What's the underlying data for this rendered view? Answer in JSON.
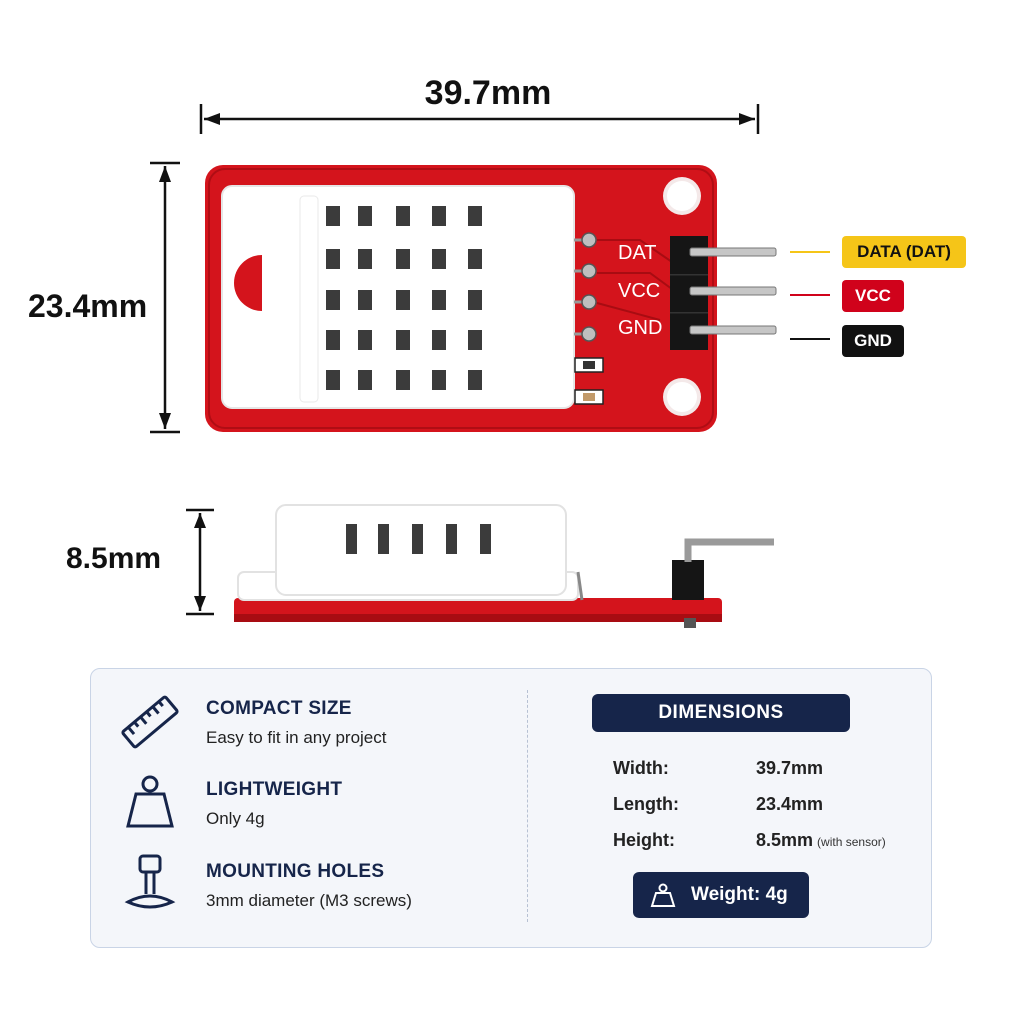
{
  "dimensions": {
    "width_label": "39.7mm",
    "length_label": "23.4mm",
    "height_label": "8.5mm"
  },
  "board": {
    "pin_prints": [
      "DAT",
      "VCC",
      "GND"
    ]
  },
  "pin_tags": [
    {
      "label": "DATA (DAT)",
      "bg": "#f5c518",
      "fg": "#111111",
      "line": "#f5c518"
    },
    {
      "label": "VCC",
      "bg": "#d0021b",
      "fg": "#ffffff",
      "line": "#d0021b"
    },
    {
      "label": "GND",
      "bg": "#111111",
      "fg": "#ffffff",
      "line": "#111111"
    }
  ],
  "features": [
    {
      "icon": "ruler-icon",
      "title": "COMPACT SIZE",
      "desc": "Easy to fit in any project"
    },
    {
      "icon": "weight-icon",
      "title": "LIGHTWEIGHT",
      "desc": "Only 4g"
    },
    {
      "icon": "screw-icon",
      "title": "MOUNTING HOLES",
      "desc": "3mm diameter (M3 screws)"
    }
  ],
  "dimensions_panel": {
    "header": "DIMENSIONS",
    "rows": [
      {
        "label": "Width:",
        "value": "39.7mm",
        "note": ""
      },
      {
        "label": "Length:",
        "value": "23.4mm",
        "note": ""
      },
      {
        "label": "Height:",
        "value": "8.5mm",
        "note": "(with sensor)"
      }
    ],
    "weight": "Weight: 4g"
  },
  "colors": {
    "pcb_red": "#d4141c",
    "navy": "#16254a",
    "sensor_white": "#ffffff"
  }
}
